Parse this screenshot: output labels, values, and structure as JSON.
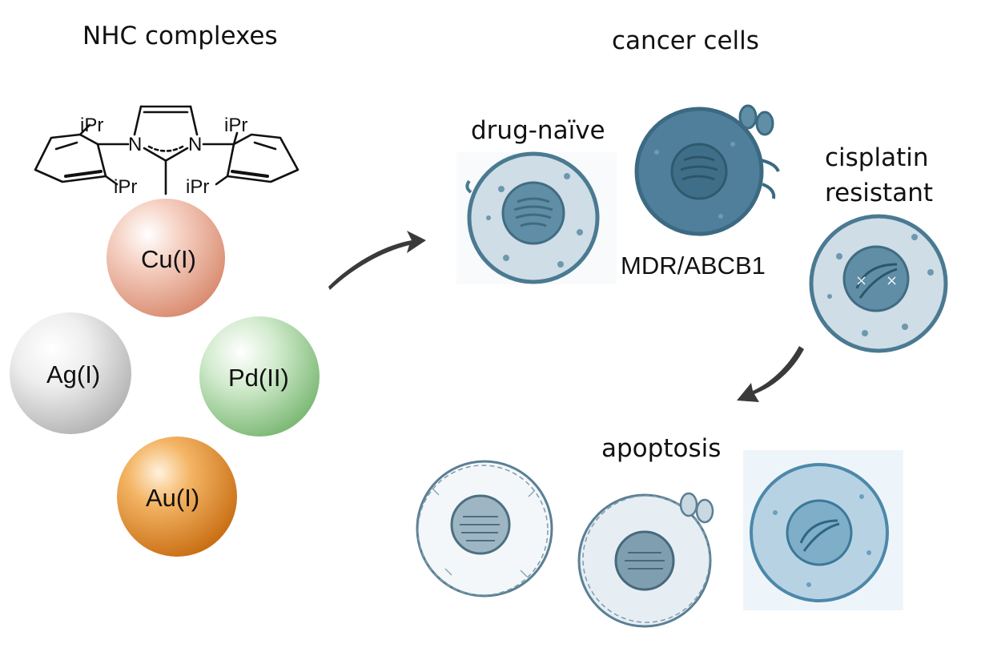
{
  "title": "NHC complexes",
  "ligand": {
    "substituent": "iPr",
    "heteroatom": "N"
  },
  "metals": [
    {
      "label": "Cu(I)",
      "color": "#e8a48a"
    },
    {
      "label": "Ag(I)",
      "color": "#c8c8c8"
    },
    {
      "label": "Pd(II)",
      "color": "#8fc888"
    },
    {
      "label": "Au(I)",
      "color": "#e38a2a"
    }
  ],
  "cancer_cells": {
    "heading": "cancer cells",
    "drug_naive": "drug-naïve",
    "mdr": "MDR/ABCB1",
    "cisplatin_line1": "cisplatin",
    "cisplatin_line2": "resistant"
  },
  "outcome": "apoptosis",
  "colors": {
    "cell_fill": "#cfdde6",
    "cell_fill_dark": "#4f7f9a",
    "cell_stroke": "#4a7a92",
    "nucleus": "#5f8ea6",
    "arrow": "#3a3a3a"
  }
}
